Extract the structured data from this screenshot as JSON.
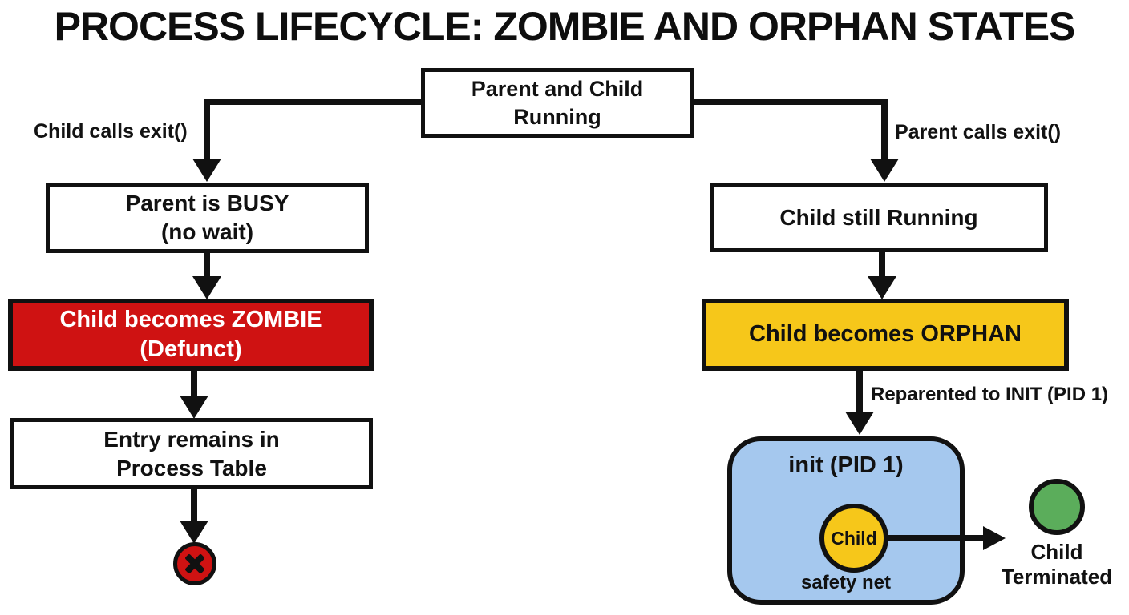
{
  "title": "PROCESS LIFECYCLE: ZOMBIE AND ORPHAN STATES",
  "nodes": {
    "parent_child_running": {
      "label": "Parent and Child\nRunning"
    },
    "parent_busy": {
      "label": "Parent is BUSY\n(no wait)"
    },
    "child_zombie": {
      "label": "Child becomes ZOMBIE\n(Defunct)"
    },
    "entry_remains": {
      "label": "Entry remains in\nProcess Table"
    },
    "child_still_running": {
      "label": "Child still Running"
    },
    "child_orphan": {
      "label": "Child becomes ORPHAN"
    },
    "init": {
      "title": "init (PID 1)",
      "child": "Child",
      "caption": "safety net"
    },
    "child_terminated": {
      "label": "Child\nTerminated"
    }
  },
  "edge_labels": {
    "left": "Child calls exit()",
    "right": "Parent calls exit()",
    "reparented": "Reparented to INIT (PID 1)"
  },
  "colors": {
    "zombie_red": "#CF1212",
    "orphan_yellow": "#F6C71A",
    "init_blue": "#A5C8EE",
    "terminated_green": "#5BAD5B",
    "line_black": "#111111"
  }
}
